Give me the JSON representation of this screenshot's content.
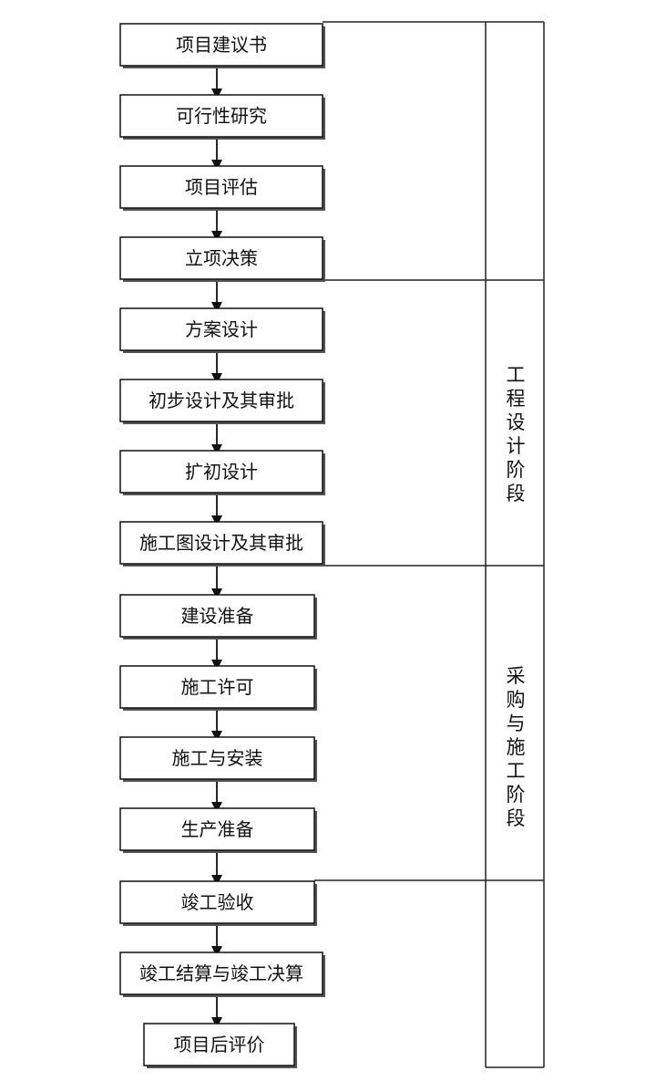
{
  "steps": [
    "项目建议书",
    "可行性研究",
    "项目评估",
    "立项决策",
    "方案设计",
    "初步设计及其审批",
    "扩初设计",
    "施工图设计及其审批",
    "建设准备",
    "施工许可",
    "施工与安装",
    "生产准备",
    "竣工验收",
    "竣工结算与竣工决算",
    "项目后评价"
  ],
  "phases": [
    {
      "label": ""
    },
    {
      "label": "工程设计阶段"
    },
    {
      "label": "采购与施工阶段"
    },
    {
      "label": ""
    }
  ]
}
